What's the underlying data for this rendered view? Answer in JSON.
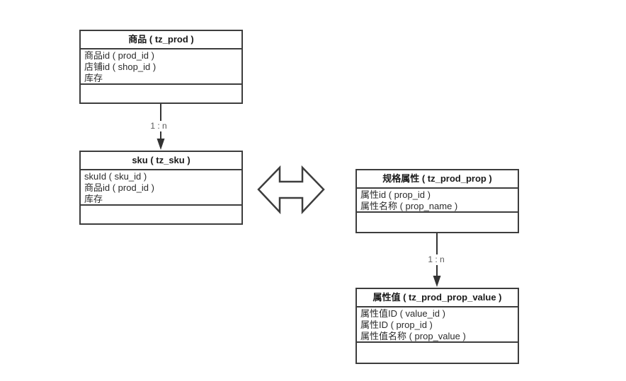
{
  "diagram": {
    "type": "entity-relation",
    "entities": [
      {
        "id": "prod",
        "title": "商品 ( tz_prod )",
        "fields": [
          "商品id ( prod_id )",
          "店铺id ( shop_id )",
          "库存"
        ]
      },
      {
        "id": "sku",
        "title": "sku ( tz_sku )",
        "fields": [
          "skuId ( sku_id )",
          "商品id ( prod_id )",
          "库存"
        ]
      },
      {
        "id": "prod_prop",
        "title": "规格属性 ( tz_prod_prop )",
        "fields": [
          "属性id ( prop_id )",
          "属性名称 ( prop_name )"
        ]
      },
      {
        "id": "prod_prop_value",
        "title": "属性值 ( tz_prod_prop_value )",
        "fields": [
          "属性值ID ( value_id )",
          "属性ID ( prop_id )",
          "属性值名称 ( prop_value )"
        ]
      }
    ],
    "relations": [
      {
        "from": "prod",
        "to": "sku",
        "label": "1 : n"
      },
      {
        "from": "prod_prop",
        "to": "prod_prop_value",
        "label": "1 : n"
      }
    ],
    "colors": {
      "background": "#ffffff",
      "border": "#3d3d3d",
      "line": "#333333",
      "title_text": "#1a1a1a",
      "field_text": "#2b2b2b",
      "label_text": "#595959"
    }
  }
}
